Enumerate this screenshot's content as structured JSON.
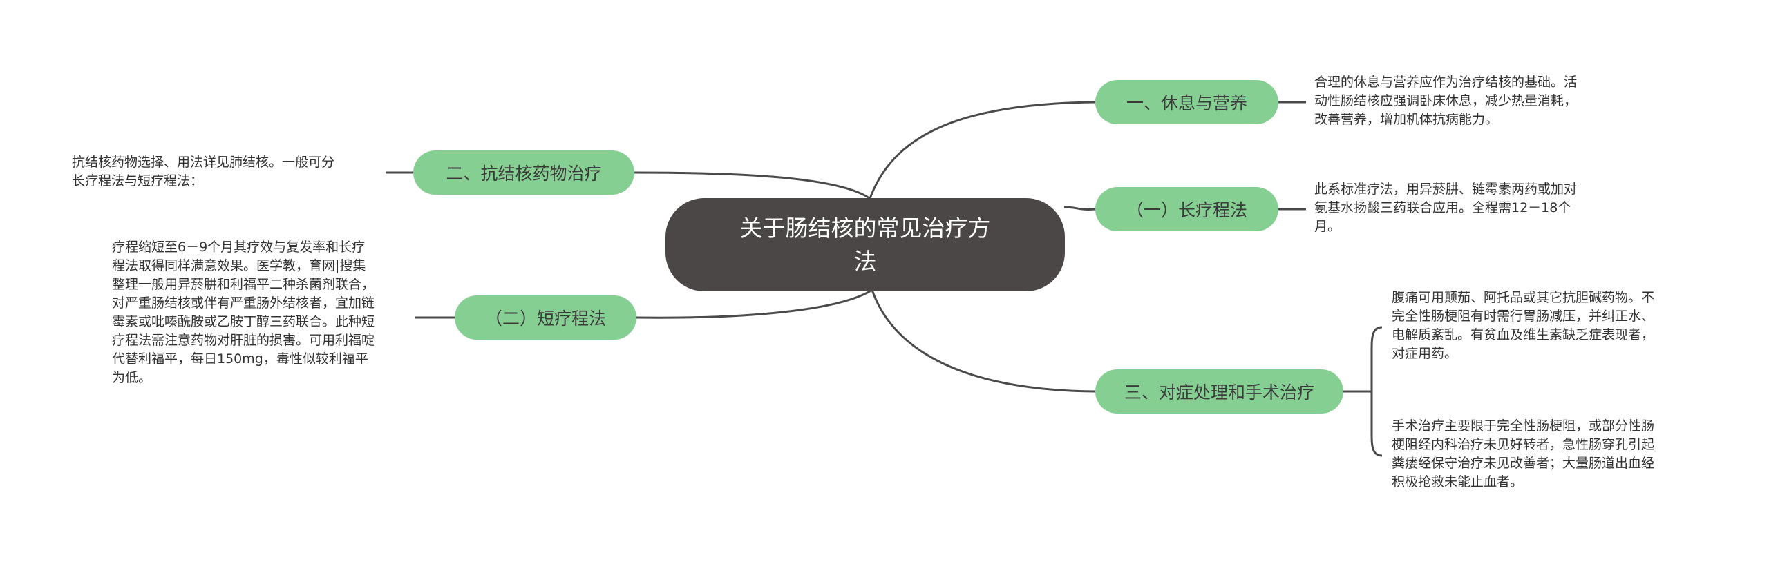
{
  "center": {
    "title_line1": "关于肠结核的常见治疗方",
    "title_line2": "法"
  },
  "branches": {
    "rest": {
      "label": "一、休息与营养",
      "note_lines": [
        "合理的休息与营养应作为治疗结核的基础。活",
        "动性肠结核应强调卧床休息，减少热量消耗，",
        "改善营养，增加机体抗病能力。"
      ]
    },
    "long_course": {
      "label": "（一）长疗程法",
      "note_lines": [
        "此系标准疗法，用异菸肼、链霉素两药或加对",
        "氨基水扬酸三药联合应用。全程需12－18个",
        "月。"
      ]
    },
    "symptomatic": {
      "label": "三、对症处理和手术治疗",
      "note1_lines": [
        "腹痛可用颠茄、阿托品或其它抗胆碱药物。不",
        "完全性肠梗阻有时需行胃肠减压，并纠正水、",
        "电解质紊乱。有贫血及维生素缺乏症表现者，",
        "对症用药。"
      ],
      "note2_lines": [
        "手术治疗主要限于完全性肠梗阻，或部分性肠",
        "梗阻经内科治疗未见好转者，急性肠穿孔引起",
        "粪瘘经保守治疗未见改善者；大量肠道出血经",
        "积极抢救未能止血者。"
      ]
    },
    "antitb": {
      "label": "二、抗结核药物治疗",
      "note_lines": [
        "抗结核药物选择、用法详见肺结核。一般可分",
        "长疗程法与短疗程法："
      ]
    },
    "short_course": {
      "label": "（二）短疗程法",
      "note_lines": [
        "疗程缩短至6－9个月其疗效与复发率和长疗",
        "程法取得同样满意效果。医学教，育网|搜集",
        "整理一般用异菸肼和利福平二种杀菌剂联合，",
        "对严重肠结核或伴有严重肠外结核者，宜加链",
        "霉素或吡嗪酰胺或乙胺丁醇三药联合。此种短",
        "疗程法需注意药物对肝脏的损害。可用利福啶",
        "代替利福平，每日150mg，毒性似较利福平",
        "为低。"
      ]
    }
  },
  "colors": {
    "center_fill": "#4b4746",
    "branch_fill": "#86cf93",
    "connector": "#4a4a4a"
  }
}
